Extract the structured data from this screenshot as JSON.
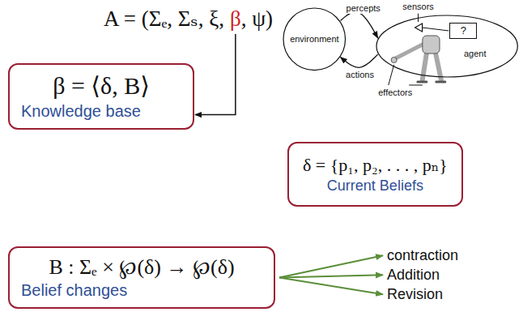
{
  "diagram": {
    "nodes": [
      {
        "text": [
          "environment"
        ]
      },
      {
        "text": [
          "agent"
        ]
      },
      {
        "text": [
          "?"
        ],
        "in": 1
      },
      {
        "text": [
          "β = ⟨δ, B⟩",
          "Knowledge base"
        ]
      },
      {
        "text": [
          "δ = {p₁, p₂, . . . , pₙ}",
          "Current Beliefs"
        ]
      },
      {
        "text": [
          "B : Σₑ × ℘(δ) → ℘(δ)",
          "Belief changes"
        ]
      }
    ],
    "edges": [
      {
        "from": 0,
        "to": 1,
        "label": "percepts",
        "arrow": "to"
      },
      {
        "from": 1,
        "to": 0,
        "label": "actions",
        "arrow": "to"
      }
    ],
    "labels": [
      "A = (Σₑ, Σₛ, ξ,",
      "β",
      ", ψ)",
      "sensors",
      "effectors",
      "contraction",
      "Addition",
      "Revision"
    ]
  }
}
